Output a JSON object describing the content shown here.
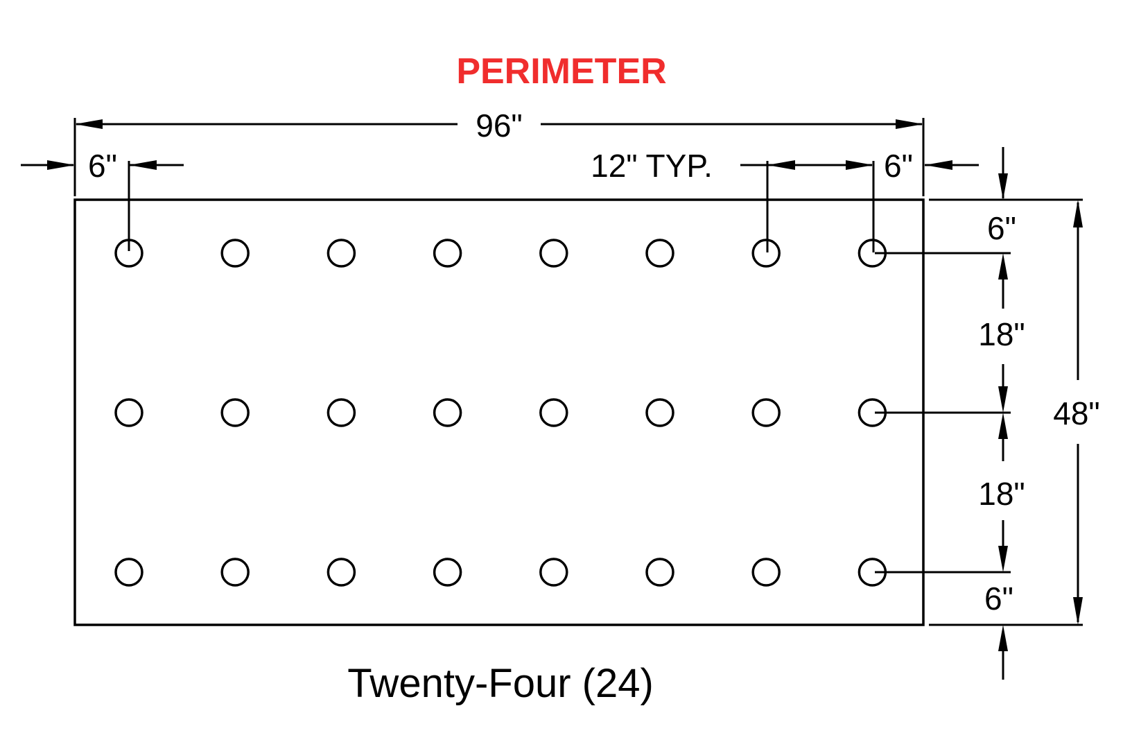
{
  "title": {
    "text": "PERIMETER",
    "color": "#f02d2d"
  },
  "caption": "Twenty-Four (24)",
  "dimensions": {
    "overall_width": "96\"",
    "left_edge": "6\"",
    "spacing_typ": "12\" TYP.",
    "right_edge": "6\"",
    "top_edge": "6\"",
    "row_gap_1": "18\"",
    "row_gap_2": "18\"",
    "bottom_edge": "6\"",
    "overall_height": "48\""
  },
  "holes": {
    "count": 24,
    "columns": 8,
    "rows": 3
  },
  "colors": {
    "line": "#000000",
    "background": "#ffffff"
  }
}
